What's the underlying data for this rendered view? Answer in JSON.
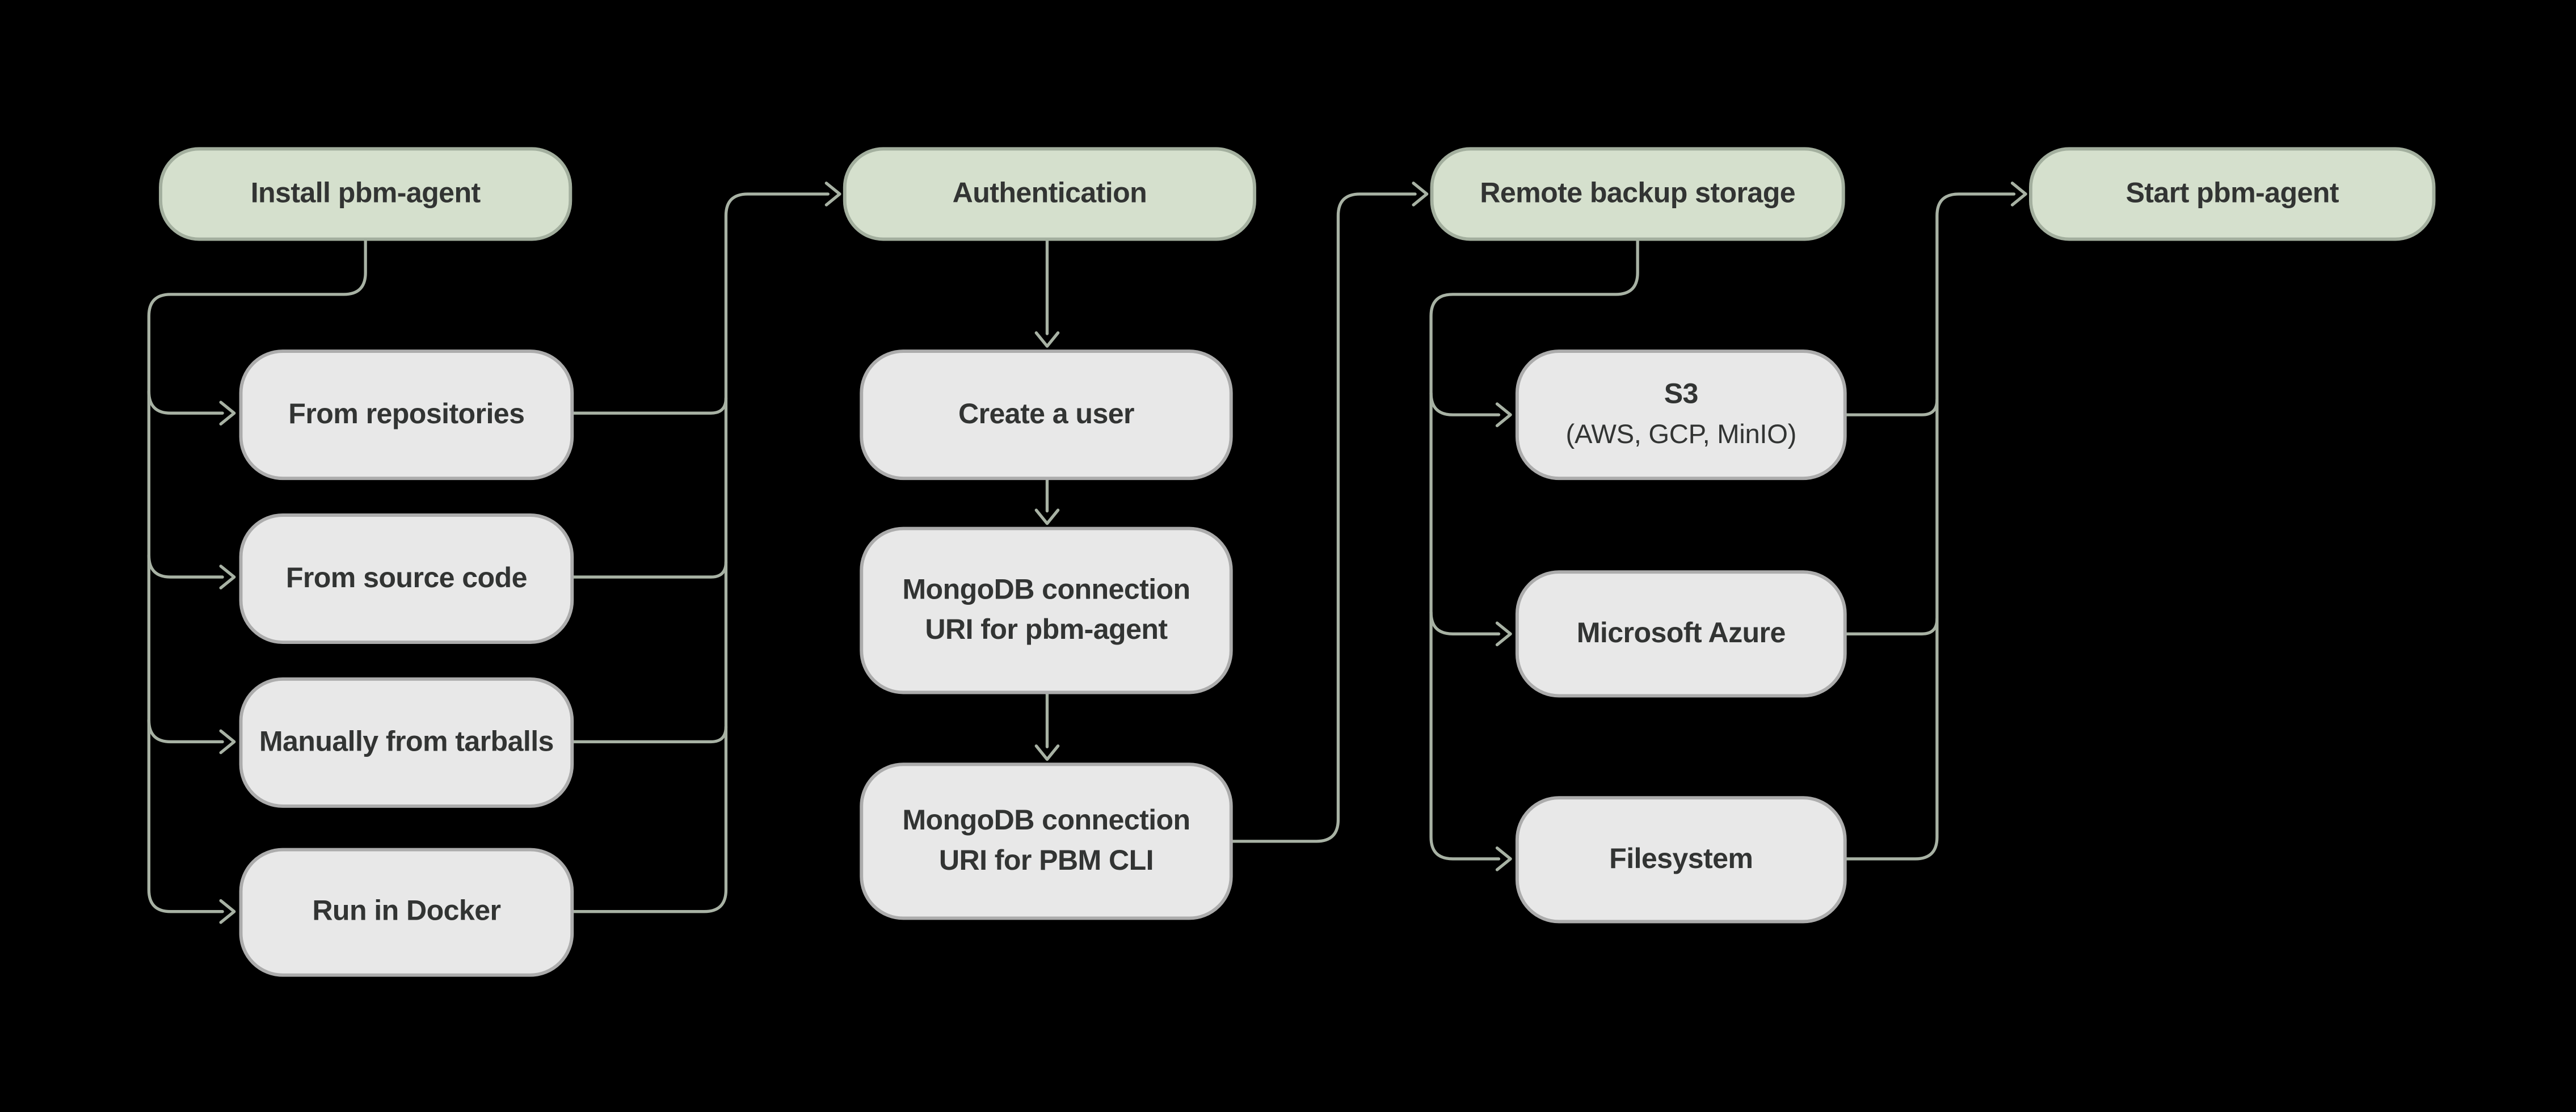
{
  "diagram": {
    "colors": {
      "background": "#000000",
      "connector": "#a8b2a4",
      "text": "#323433",
      "green_fill": "#d5e0cd",
      "green_border": "#a3af9e",
      "gray_fill": "#e8e8e8",
      "gray_border": "#acacac"
    },
    "nodes": {
      "install": {
        "label": "Install pbm-agent"
      },
      "from_repositories": {
        "label": "From repositories"
      },
      "from_source_code": {
        "label": "From source code"
      },
      "manually_from_tarballs": {
        "label": "Manually from tarballs"
      },
      "run_in_docker": {
        "label": "Run in Docker"
      },
      "authentication": {
        "label": "Authentication"
      },
      "create_user": {
        "label": "Create a user"
      },
      "uri_pbm_agent": {
        "label": "MongoDB connection\nURI for pbm-agent"
      },
      "uri_pbm_cli": {
        "label": "MongoDB connection\nURI for PBM CLI"
      },
      "remote_storage": {
        "label": "Remote backup storage"
      },
      "s3": {
        "label": "S3",
        "sublabel": "(AWS, GCP, MinIO)"
      },
      "azure": {
        "label": "Microsoft Azure"
      },
      "filesystem": {
        "label": "Filesystem"
      }
    }
  }
}
